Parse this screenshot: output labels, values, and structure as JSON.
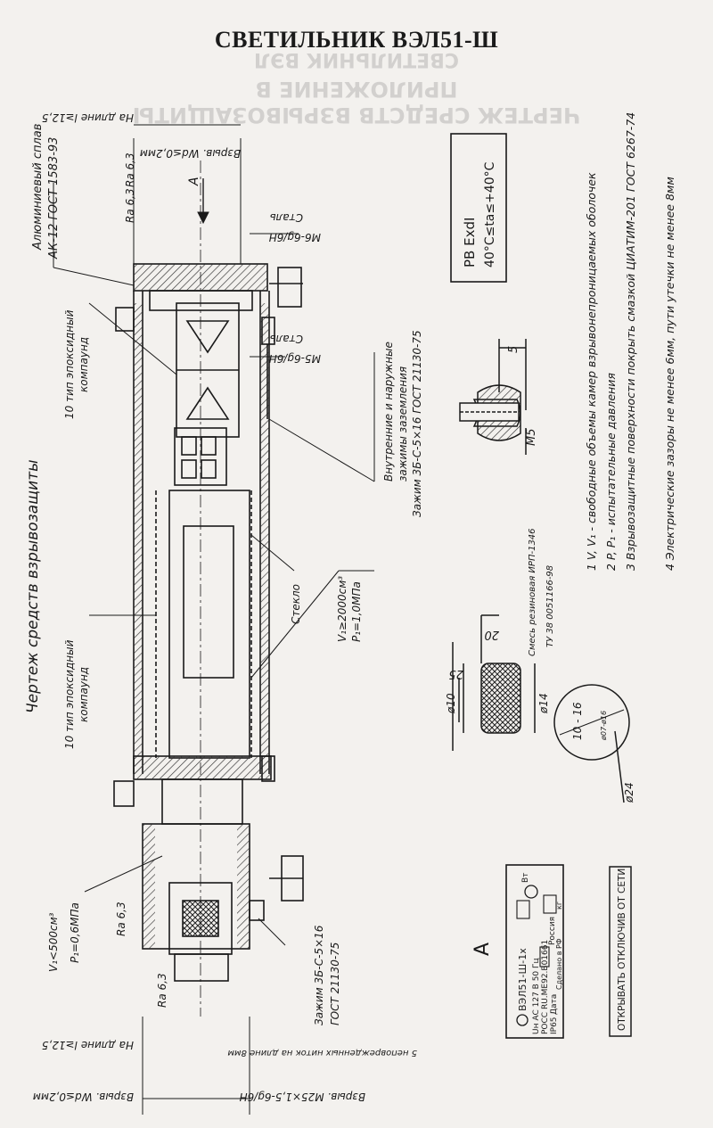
{
  "title": "СВЕТИЛЬНИК ВЭЛ51-Ш",
  "ghost": {
    "line1": "ПРИЛОЖЕНИЕ В",
    "line2": "ЧЕРТЕЖ СРЕДСТВ ВЗРЫВОЗАЩИТЫ",
    "line3": "СВЕТИЛЬНИК ВЭЛ"
  },
  "drawing": {
    "heading": "Чертеж средств взрывозащиты",
    "material_line1": "Алюминиевый сплав",
    "material_line2": "АК-12 ГОСТ 1583-93",
    "length_top": "На длине l≥12,5",
    "gap_top": "Взрыв. Wd≤0,2мм",
    "ra_a": "Ra 6,3",
    "ra_b": "Ra 6,3",
    "ra_c": "Ra 6,3",
    "ra_d": "Ra 6,3",
    "view_a_top": "A",
    "view_a_label": "A",
    "steel_1": "Сталь",
    "thread_1": "М6-6g/6Н",
    "steel_2": "Сталь",
    "thread_2": "М5-6g/6Н",
    "compound_1_line1": "10 тип эпоксидный",
    "compound_1_line2": "компаунд",
    "compound_2_line1": "10 тип эпоксидный",
    "compound_2_line2": "компаунд",
    "glass": "Стекло",
    "volume_main": "V₁≥2000см³",
    "pressure_main": "P₁=1,0МПа",
    "volume_small": "V₁<500см³",
    "pressure_small": "P₁=0,6МПа",
    "clamp_ground_1": "Внутренние и наружные",
    "clamp_ground_2": "зажимы заземления",
    "clamp_ground_3": "Зажим 3Б-С-5×16 ГОСТ 21130-75",
    "clamp_bottom_1": "Зажим 3Б-С-5×16",
    "clamp_bottom_2": "ГОСТ 21130-75",
    "length_bottom": "На длине l≥12,5",
    "gap_bottom": "Взрыв. Wd≤0,2мм",
    "threads_note": "5 неповрежденных ниток на длине 8мм",
    "thread_bottom": "Взрыв. М25×1,5-6g/6Н",
    "marking_box_1": "PB ExdI",
    "marking_box_2": "40°C≤ta≤+40°C",
    "dim_5": "5",
    "dim_m5": "М5",
    "rubber_note": "Смесь резиновая ИРП-1346",
    "rubber_spec": "ТУ 38 0051166-98",
    "dim_20": "20",
    "dim_25": "25",
    "dim_d14": "ø14",
    "dim_d10": "ø10",
    "dim_d24": "ø24",
    "seal_range": "10 - 16",
    "seal_sub": "ø07-ø16",
    "notes": [
      "1  V, V₁ - свободные объемы камер взрывонепроницаемых оболочек",
      "2  P, P₁ - испытательные давления",
      "3  Взрывозащитные поверхности покрыть смазкой ЦИАТИМ-201 ГОСТ 6267-74",
      "4  Электрические зазоры не менее 6мм, пути утечки не менее 8мм"
    ],
    "plate": {
      "model": "ВЭЛ51-Ш-1х",
      "unit": "Вт",
      "specs": "Uн АС 127 В 50 Гц",
      "cert": "РОСС RU.МЕ92.В01661",
      "ip": "IP65",
      "date_label": "Дата",
      "russia": "Россия",
      "made_in": "Сделано в РФ",
      "kg": "кг",
      "warning": "ОТКРЫВАТЬ ОТКЛЮЧИВ ОТ СЕТИ"
    }
  }
}
